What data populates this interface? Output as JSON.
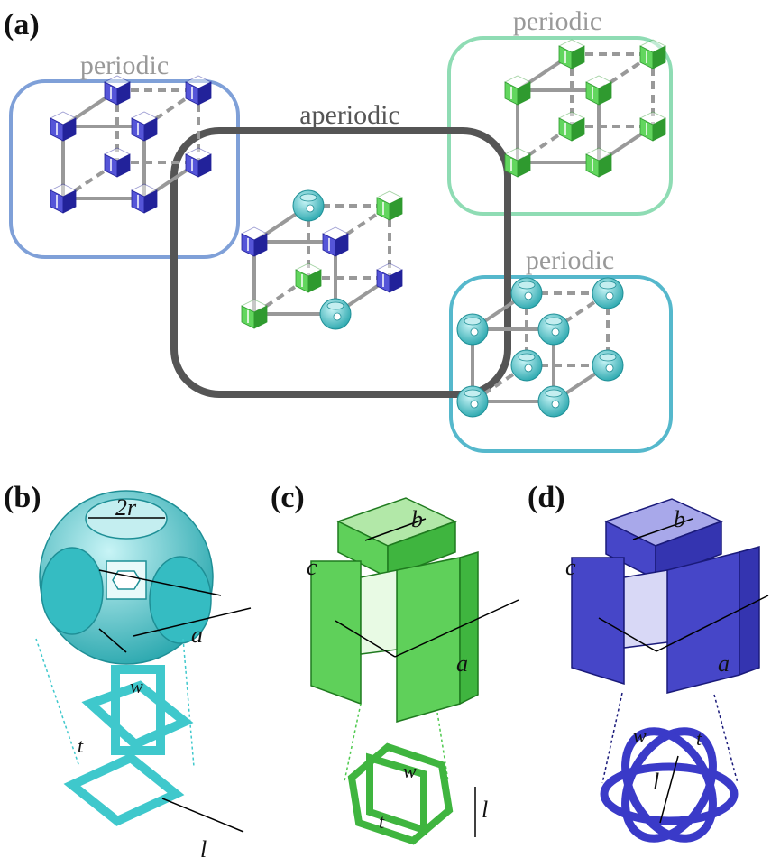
{
  "panels": {
    "a": "(a)",
    "b": "(b)",
    "c": "(c)",
    "d": "(d)"
  },
  "groups": {
    "periodic_blue": "periodic",
    "aperiodic": "aperiodic",
    "periodic_green": "periodic",
    "periodic_cyan": "periodic"
  },
  "dimensions": {
    "b_radius": "2r",
    "b_a": "a",
    "b_w": "w",
    "b_t": "t",
    "b_l": "l",
    "c_b": "b",
    "c_c": "c",
    "c_a": "a",
    "c_w": "w",
    "c_t": "t",
    "c_l": "l",
    "d_b": "b",
    "d_c": "c",
    "d_a": "a",
    "d_w": "w",
    "d_t": "t",
    "d_l": "l"
  },
  "colors": {
    "blue_cell": "#3a3ac8",
    "green_cell": "#4ec94e",
    "cyan_cell": "#3fc8cc",
    "frame_blue": "#7fa0d8",
    "frame_dark": "#555555",
    "frame_green": "#8fdcb4",
    "frame_cyan": "#55b8cc",
    "label_gray": "#999999",
    "bond": "#999999"
  }
}
